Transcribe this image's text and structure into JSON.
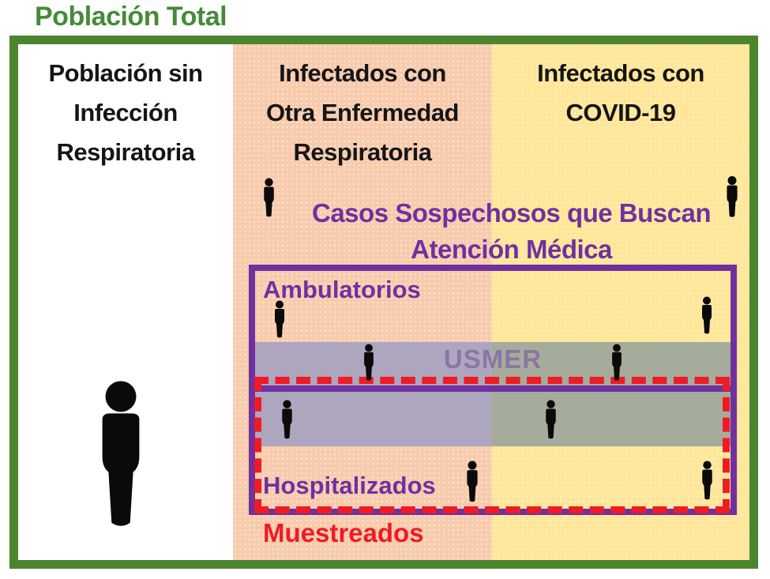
{
  "title": "Población Total",
  "columns": [
    {
      "id": "no-respiratory-infection",
      "header_lines": [
        "Población sin",
        "Infección",
        "Respiratoria"
      ]
    },
    {
      "id": "other-respiratory-disease",
      "header_lines": [
        "Infectados con",
        "Otra Enfermedad",
        "Respiratoria"
      ]
    },
    {
      "id": "covid19",
      "header_lines": [
        "Infectados con",
        "COVID-19"
      ]
    }
  ],
  "overlays": {
    "suspected_cases_line1": "Casos Sospechosos que Buscan",
    "suspected_cases_line2": "Atención Médica",
    "ambulatory_label": "Ambulatorios",
    "usmer_label": "USMER",
    "hospitalized_label": "Hospitalizados",
    "sampled_label": "Muestreados"
  },
  "icons": {
    "person": "person-icon"
  },
  "colors": {
    "title_green": "#458A38",
    "border_green": "#4C8430",
    "column_orange": "#F8CBAD",
    "column_yellow": "#FFE699",
    "purple": "#7030A0",
    "red": "#EE1B24",
    "band_over_orange": "#AEA6BF",
    "band_over_yellow": "#A6AC9B",
    "usmer_text": "#8A76A3",
    "person_black": "#0a0a0a"
  }
}
